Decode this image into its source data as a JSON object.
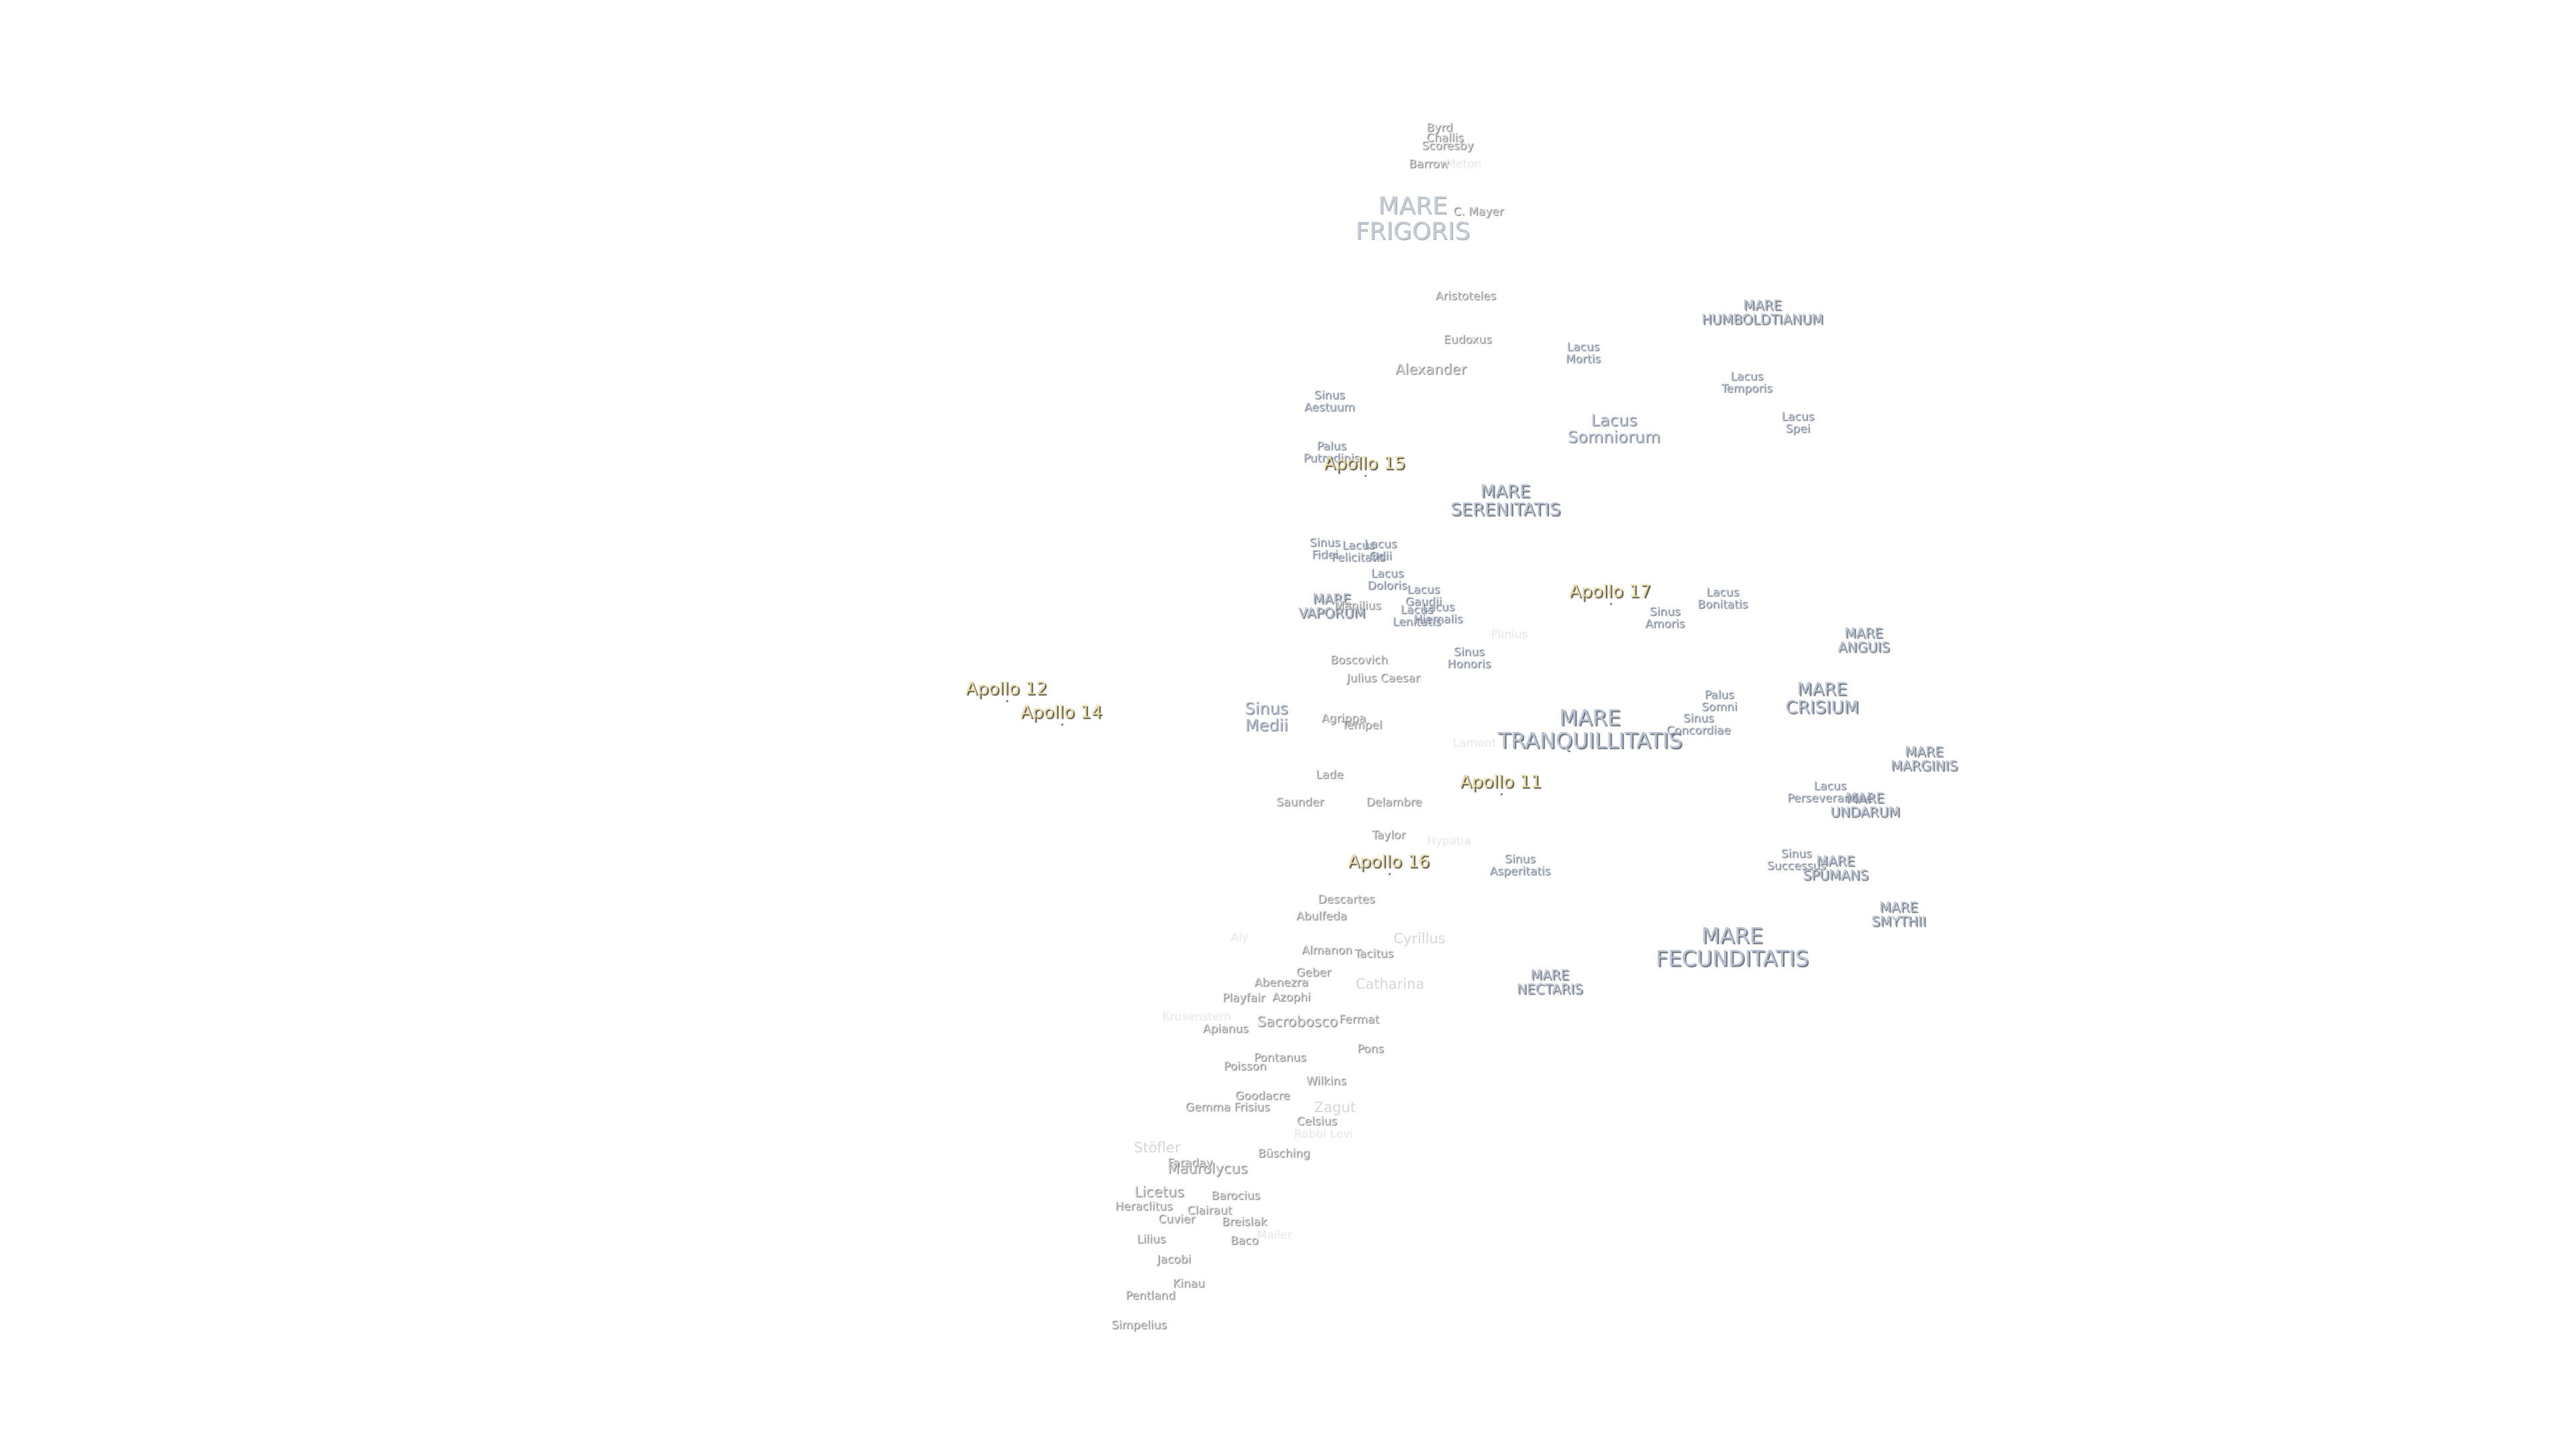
{
  "maria": [
    {
      "id": "frigoris",
      "text": "MARE\nFRIGORIS",
      "size": "xl"
    },
    {
      "id": "serenitatis",
      "text": "MARE\nSERENITATIS",
      "size": "m"
    },
    {
      "id": "tranquillitatis",
      "text": "MARE\nTRANQUILLITATIS",
      "size": "l"
    },
    {
      "id": "crisium",
      "text": "MARE\nCRISIUM",
      "size": "m"
    },
    {
      "id": "fecunditatis",
      "text": "MARE\nFECUNDITATIS",
      "size": "l"
    },
    {
      "id": "nectaris",
      "text": "MARE\nNECTARIS",
      "size": "s"
    },
    {
      "id": "vaporum",
      "text": "MARE\nVAPORUM",
      "size": "s"
    },
    {
      "id": "humboldtianum",
      "text": "MARE\nHUMBOLDTIANUM",
      "size": "s"
    },
    {
      "id": "anguis",
      "text": "MARE\nANGUIS",
      "size": "s"
    },
    {
      "id": "marginis",
      "text": "MARE\nMARGINIS",
      "size": "s"
    },
    {
      "id": "undarum",
      "text": "MARE\nUNDARUM",
      "size": "s"
    },
    {
      "id": "spumans",
      "text": "MARE\nSPUMANS",
      "size": "s"
    },
    {
      "id": "smythii",
      "text": "MARE\nSMYTHII",
      "size": "s"
    }
  ],
  "waters": [
    {
      "id": "lacus-mortis",
      "text": "Lacus\nMortis"
    },
    {
      "id": "lacus-temporis",
      "text": "Lacus\nTemporis"
    },
    {
      "id": "lacus-spei",
      "text": "Lacus\nSpei"
    },
    {
      "id": "lacus-somniorum",
      "text": "Lacus\nSomniorum",
      "size": "l"
    },
    {
      "id": "sinus-fidei",
      "text": "Sinus\nFidei"
    },
    {
      "id": "lacus-felicitatis",
      "text": "Lacus\nFelicitatis"
    },
    {
      "id": "lacus-odii",
      "text": "Lacus\nOdii"
    },
    {
      "id": "lacus-doloris",
      "text": "Lacus\nDoloris"
    },
    {
      "id": "lacus-gaudii",
      "text": "Lacus\nGaudii"
    },
    {
      "id": "lacus-lenitatis",
      "text": "Lacus\nLenitatis"
    },
    {
      "id": "lacus-hiemalis",
      "text": "Lacus\nHiemalis"
    },
    {
      "id": "sinus-honoris",
      "text": "Sinus\nHonoris"
    },
    {
      "id": "sinus-amoris",
      "text": "Sinus\nAmoris"
    },
    {
      "id": "lacus-bonitatis",
      "text": "Lacus\nBonitatis"
    },
    {
      "id": "palus-somni",
      "text": "Palus\nSomni"
    },
    {
      "id": "sinus-concordiae",
      "text": "Sinus\nConcordiae"
    },
    {
      "id": "sinus-medii",
      "text": "Sinus\nMedii",
      "size": "l"
    },
    {
      "id": "lacus-perseverantiae",
      "text": "Lacus\nPerseverantiae"
    },
    {
      "id": "sinus-successus",
      "text": "Sinus\nSuccessus"
    },
    {
      "id": "sinus-asperitatis",
      "text": "Sinus\nAsperitatis"
    },
    {
      "id": "palus-putredinis",
      "text": "Palus\nPutredinis"
    },
    {
      "id": "sinus-aestuum",
      "text": "Sinus\nAestuum"
    }
  ],
  "craters": [
    {
      "id": "byrd",
      "text": "Byrd"
    },
    {
      "id": "challis",
      "text": "Challis"
    },
    {
      "id": "scoresby",
      "text": "Scoresby"
    },
    {
      "id": "barrow",
      "text": "Barrow"
    },
    {
      "id": "meton",
      "text": "Meton",
      "faint": true
    },
    {
      "id": "c-mayer",
      "text": "C. Mayer"
    },
    {
      "id": "aristoteles",
      "text": "Aristoteles"
    },
    {
      "id": "eudoxus",
      "text": "Eudoxus"
    },
    {
      "id": "alexander",
      "text": "Alexander",
      "size": "l"
    },
    {
      "id": "manilius",
      "text": "Manilius"
    },
    {
      "id": "plinius",
      "text": "Plinius",
      "faint": true
    },
    {
      "id": "boscovich",
      "text": "Boscovich"
    },
    {
      "id": "julius-caesar",
      "text": "Julius Caesar"
    },
    {
      "id": "agrippa",
      "text": "Agrippa"
    },
    {
      "id": "tempel",
      "text": "Tempel"
    },
    {
      "id": "lamont",
      "text": "Lamont",
      "faint": true
    },
    {
      "id": "lade",
      "text": "Lade"
    },
    {
      "id": "saunder",
      "text": "Saunder"
    },
    {
      "id": "delambre",
      "text": "Delambre"
    },
    {
      "id": "taylor",
      "text": "Taylor"
    },
    {
      "id": "hypatia",
      "text": "Hypatia",
      "faint": true
    },
    {
      "id": "descartes",
      "text": "Descartes"
    },
    {
      "id": "abulfeda",
      "text": "Abulfeda"
    },
    {
      "id": "aly",
      "text": "Aly",
      "faint": true
    },
    {
      "id": "cyrillus",
      "text": "Cyrillus",
      "faint": true,
      "size": "l"
    },
    {
      "id": "almanon",
      "text": "Almanon"
    },
    {
      "id": "tacitus",
      "text": "Tacitus"
    },
    {
      "id": "geber",
      "text": "Geber"
    },
    {
      "id": "abenezra",
      "text": "Abenezra"
    },
    {
      "id": "azophi",
      "text": "Azophi"
    },
    {
      "id": "catharina",
      "text": "Catharina",
      "faint": true,
      "size": "l"
    },
    {
      "id": "playfair",
      "text": "Playfair"
    },
    {
      "id": "krusenstern",
      "text": "Krusenstern",
      "faint": true
    },
    {
      "id": "apianus",
      "text": "Apianus"
    },
    {
      "id": "sacrobosco",
      "text": "Sacrobosco",
      "size": "l"
    },
    {
      "id": "fermat",
      "text": "Fermat"
    },
    {
      "id": "pons",
      "text": "Pons"
    },
    {
      "id": "pontanus",
      "text": "Pontanus"
    },
    {
      "id": "poisson",
      "text": "Poisson"
    },
    {
      "id": "wilkins",
      "text": "Wilkins"
    },
    {
      "id": "goodacre",
      "text": "Goodacre"
    },
    {
      "id": "gemma-frisius",
      "text": "Gemma Frisius"
    },
    {
      "id": "zagut",
      "text": "Zagut",
      "faint": true,
      "size": "l"
    },
    {
      "id": "celsius",
      "text": "Celsius"
    },
    {
      "id": "rabbi-levi",
      "text": "Rabbi Levi",
      "faint": true
    },
    {
      "id": "stofler",
      "text": "Stöfler",
      "faint": true,
      "size": "l"
    },
    {
      "id": "faraday",
      "text": "Faraday"
    },
    {
      "id": "maurolycus",
      "text": "Maurolycus",
      "size": "l"
    },
    {
      "id": "busching",
      "text": "Büsching"
    },
    {
      "id": "licetus",
      "text": "Licetus",
      "size": "l"
    },
    {
      "id": "heraclitus",
      "text": "Heraclitus"
    },
    {
      "id": "barocius",
      "text": "Barocius"
    },
    {
      "id": "clairaut",
      "text": "Clairaut"
    },
    {
      "id": "cuvier",
      "text": "Cuvier"
    },
    {
      "id": "breislak",
      "text": "Breislak"
    },
    {
      "id": "lilius",
      "text": "Lilius"
    },
    {
      "id": "baco",
      "text": "Baco"
    },
    {
      "id": "mailer",
      "text": "Mailer",
      "faint": true
    },
    {
      "id": "jacobi",
      "text": "Jacobi"
    },
    {
      "id": "kinau",
      "text": "Kinau"
    },
    {
      "id": "pentland",
      "text": "Pentland"
    },
    {
      "id": "simpelius",
      "text": "Simpelius"
    }
  ],
  "apollo": [
    {
      "id": "apollo-15",
      "text": "Apollo 15"
    },
    {
      "id": "apollo-17",
      "text": "Apollo 17"
    },
    {
      "id": "apollo-12",
      "text": "Apollo 12"
    },
    {
      "id": "apollo-14",
      "text": "Apollo 14"
    },
    {
      "id": "apollo-11",
      "text": "Apollo 11"
    },
    {
      "id": "apollo-16",
      "text": "Apollo 16"
    }
  ]
}
